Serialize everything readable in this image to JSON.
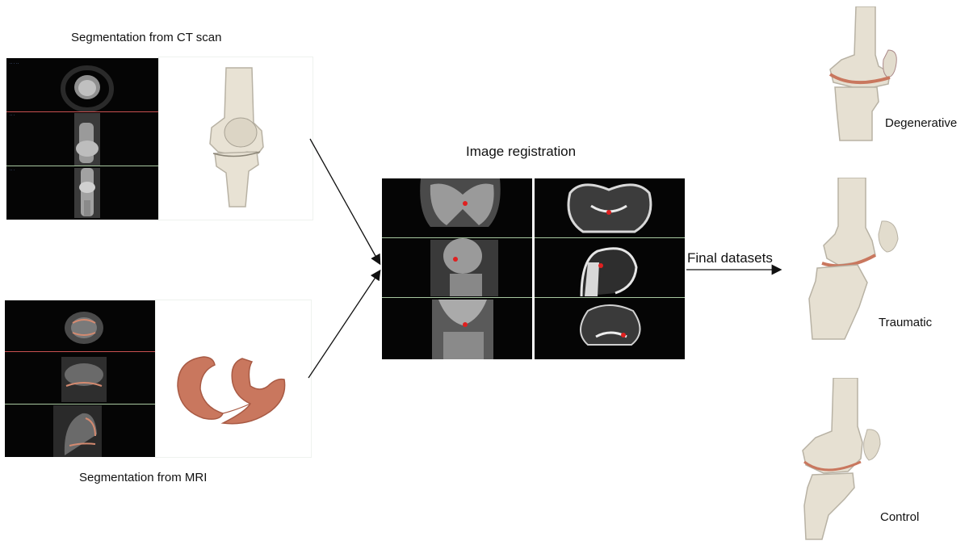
{
  "labels": {
    "ct_title": "Segmentation from CT scan",
    "mri_title": "Segmentation from MRI",
    "registration_title": "Image registration",
    "final_datasets": "Final datasets",
    "degenerative": "Degenerative",
    "traumatic": "Traumatic",
    "control": "Control"
  },
  "colors": {
    "bone": "#e6e0d2",
    "bone_shadow": "#b8b2a4",
    "cartilage": "#c9775e",
    "cartilage_dark": "#a85a44",
    "scan_bg": "#050505",
    "marker": "#e02020",
    "sep_red": "#c85050",
    "sep_green": "#a8c8a0"
  }
}
